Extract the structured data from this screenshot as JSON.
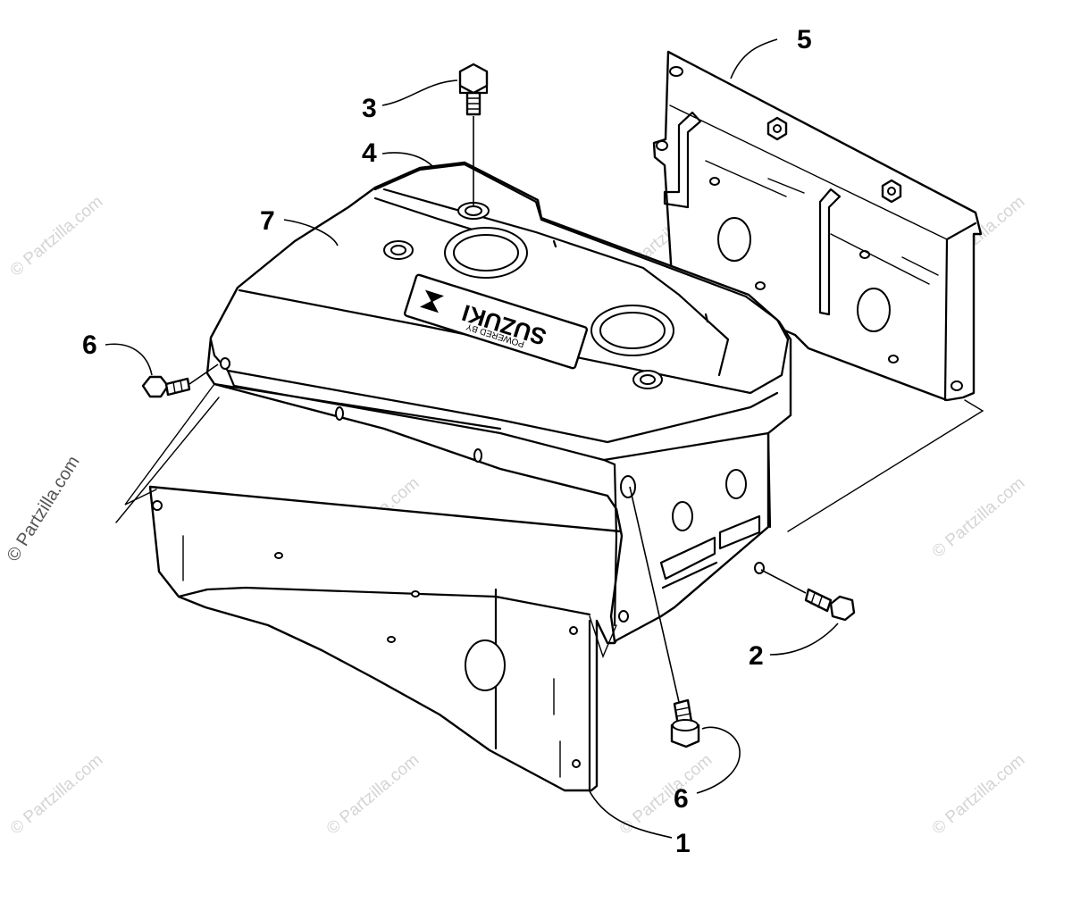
{
  "diagram": {
    "callouts": {
      "c1": "1",
      "c2": "2",
      "c3": "3",
      "c4": "4",
      "c5": "5",
      "c6a": "6",
      "c6b": "6",
      "c7": "7"
    },
    "badge": {
      "brand": "SUZUKI",
      "tagline": "POWERED BY"
    },
    "watermark": "© Partzilla.com"
  }
}
